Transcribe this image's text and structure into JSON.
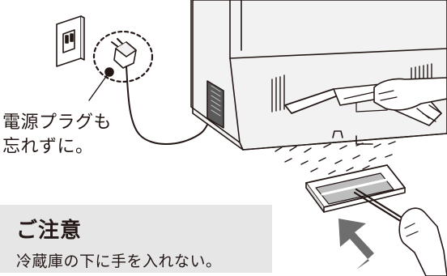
{
  "caption": {
    "line1": "電源プラグも",
    "line2": "忘れずに。"
  },
  "notice": {
    "title": "ご注意",
    "text": "冷蔵庫の下に手を入れない。"
  },
  "icons": [
    "wall-outlet-icon",
    "power-plug-icon",
    "refrigerator-icon",
    "vacuum-cleaner-icon",
    "floor-mop-icon",
    "arrow-up-icon",
    "hand-icon"
  ],
  "colors": {
    "line": "#231815",
    "box": "#e6e6e6",
    "fridge": "#f2f2f2",
    "shade": "#dcdcdc",
    "arrow": "#6e6e6e"
  }
}
